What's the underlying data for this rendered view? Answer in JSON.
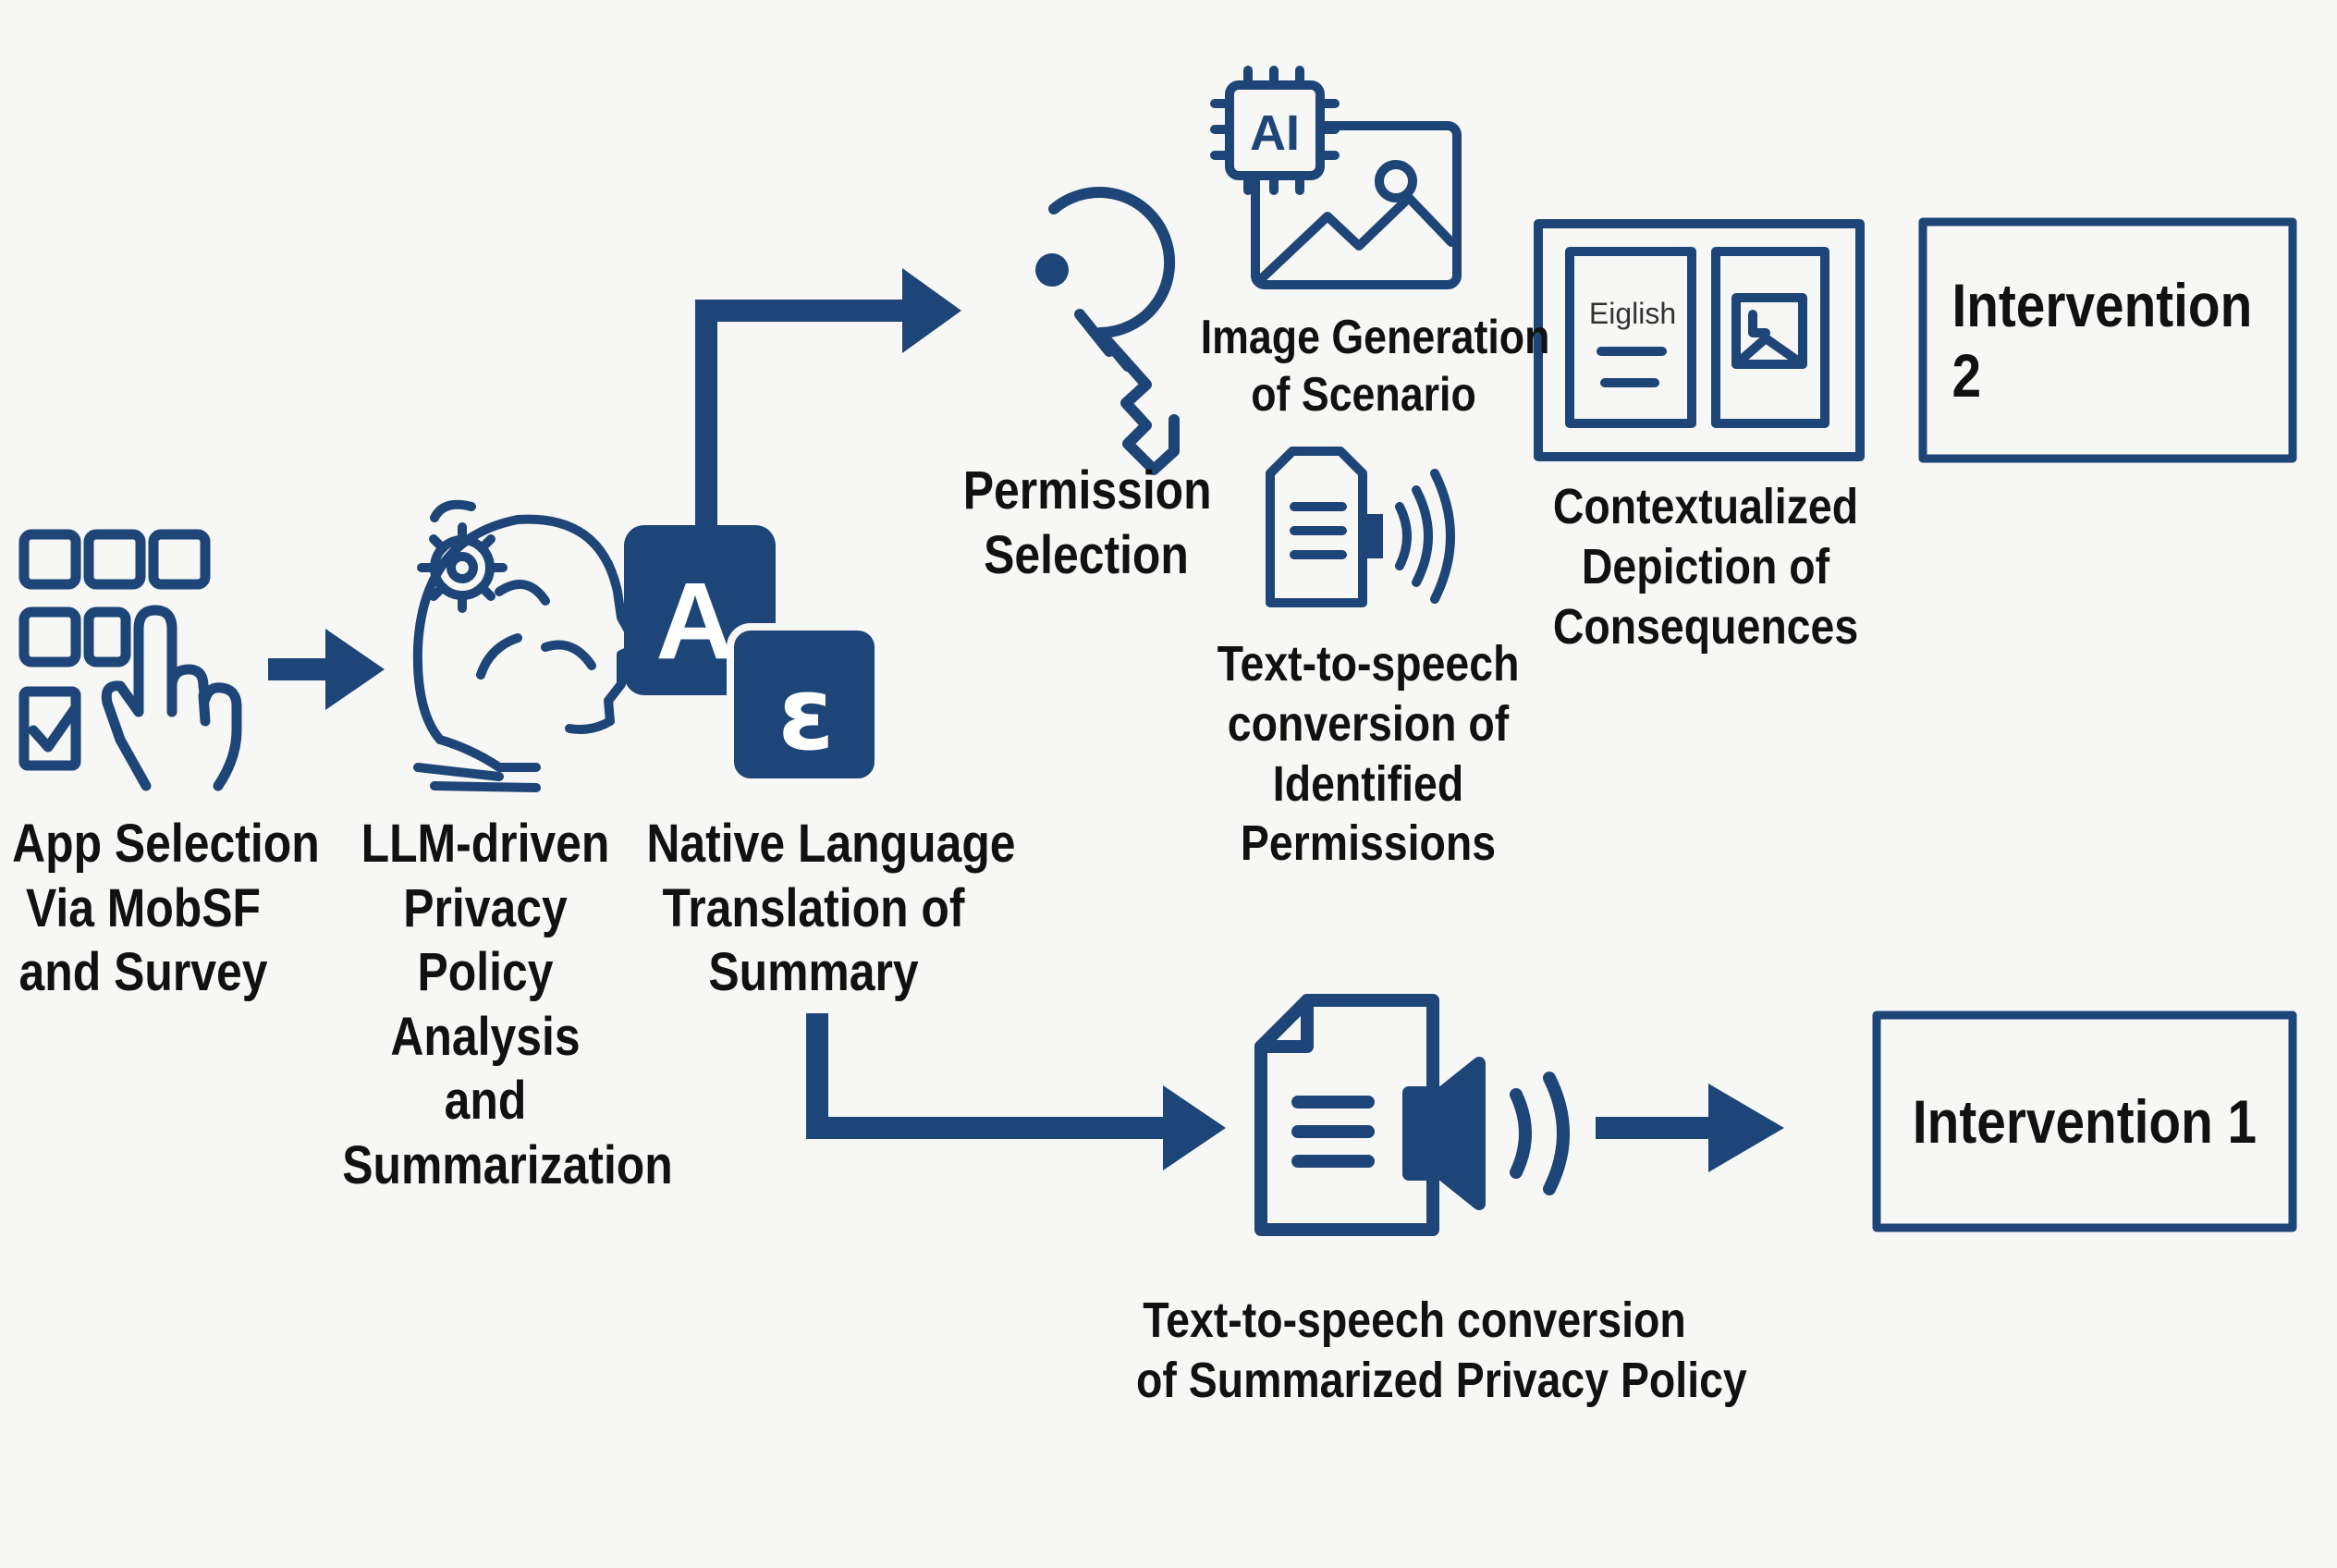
{
  "colors": {
    "primary": "#1d4577",
    "background": "#f7f7f5",
    "text": "#111111"
  },
  "icons": [
    "app-grid-touch-icon",
    "ai-head-gear-icon",
    "translation-letters-icon",
    "key-icon",
    "ai-image-icon",
    "document-audio-icon",
    "translated-document-image-icon",
    "document-speaker-icon"
  ],
  "steps": {
    "app_selection": [
      "App Selection",
      "Via MobSF",
      "and Survey"
    ],
    "llm_analysis": [
      "LLM-driven",
      "Privacy",
      "Policy",
      "Analysis",
      "and",
      "Summarization"
    ],
    "translation": [
      "Native Language",
      "Translation of",
      "Summary"
    ],
    "translation_icon_letters": {
      "a": "A",
      "e": "ε"
    },
    "permission_selection": [
      "Permission",
      "Selection"
    ],
    "image_generation": [
      "Image Generation",
      "of Scenario"
    ],
    "ai_chip_label": "AI",
    "tts_permissions": [
      "Text-to-speech",
      "conversion of",
      "Identified",
      "Permissions"
    ],
    "contextualized": [
      "Contextualized",
      "Depiction of",
      "Consequences"
    ],
    "doc_language_label": "Eiglish",
    "intervention_2": "Intervention 2",
    "tts_policy": [
      "Text-to-speech conversion",
      "of Summarized Privacy Policy"
    ],
    "intervention_1": "Intervention 1"
  }
}
